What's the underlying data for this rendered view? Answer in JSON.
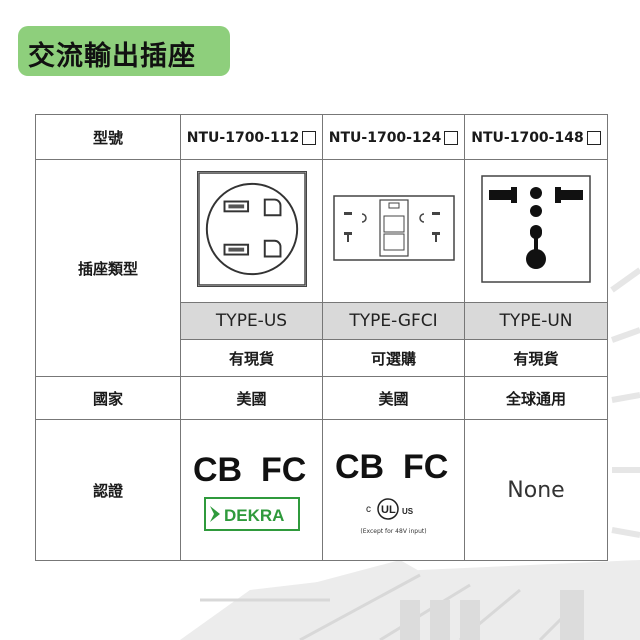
{
  "title": "交流輸出插座",
  "colors": {
    "title_bg": "#8ecf7c",
    "type_row_bg": "#d9d9d9",
    "dekra_green": "#2f9a3c"
  },
  "table": {
    "row_labels": {
      "model": "型號",
      "socket_type": "插座類型",
      "country": "國家",
      "certification": "認證"
    },
    "columns": [
      {
        "model": "NTU-1700-112",
        "socket_icon": "us-outlet-icon",
        "type": "TYPE-US",
        "availability": "有現貨",
        "country": "美國",
        "certs": [
          "CB",
          "FC",
          "DEKRA"
        ],
        "cert_note": ""
      },
      {
        "model": "NTU-1700-124",
        "socket_icon": "gfci-outlet-icon",
        "type": "TYPE-GFCI",
        "availability": "可選購",
        "country": "美國",
        "certs": [
          "CB",
          "FC",
          "UL"
        ],
        "cert_note": "(Except for 48V input)"
      },
      {
        "model": "NTU-1700-148",
        "socket_icon": "universal-outlet-icon",
        "type": "TYPE-UN",
        "availability": "有現貨",
        "country": "全球通用",
        "certs": [],
        "cert_note": "None"
      }
    ]
  },
  "logos": {
    "cb": "CB",
    "fc": "FC",
    "dekra": "DEKRA",
    "ul_us": "US"
  }
}
